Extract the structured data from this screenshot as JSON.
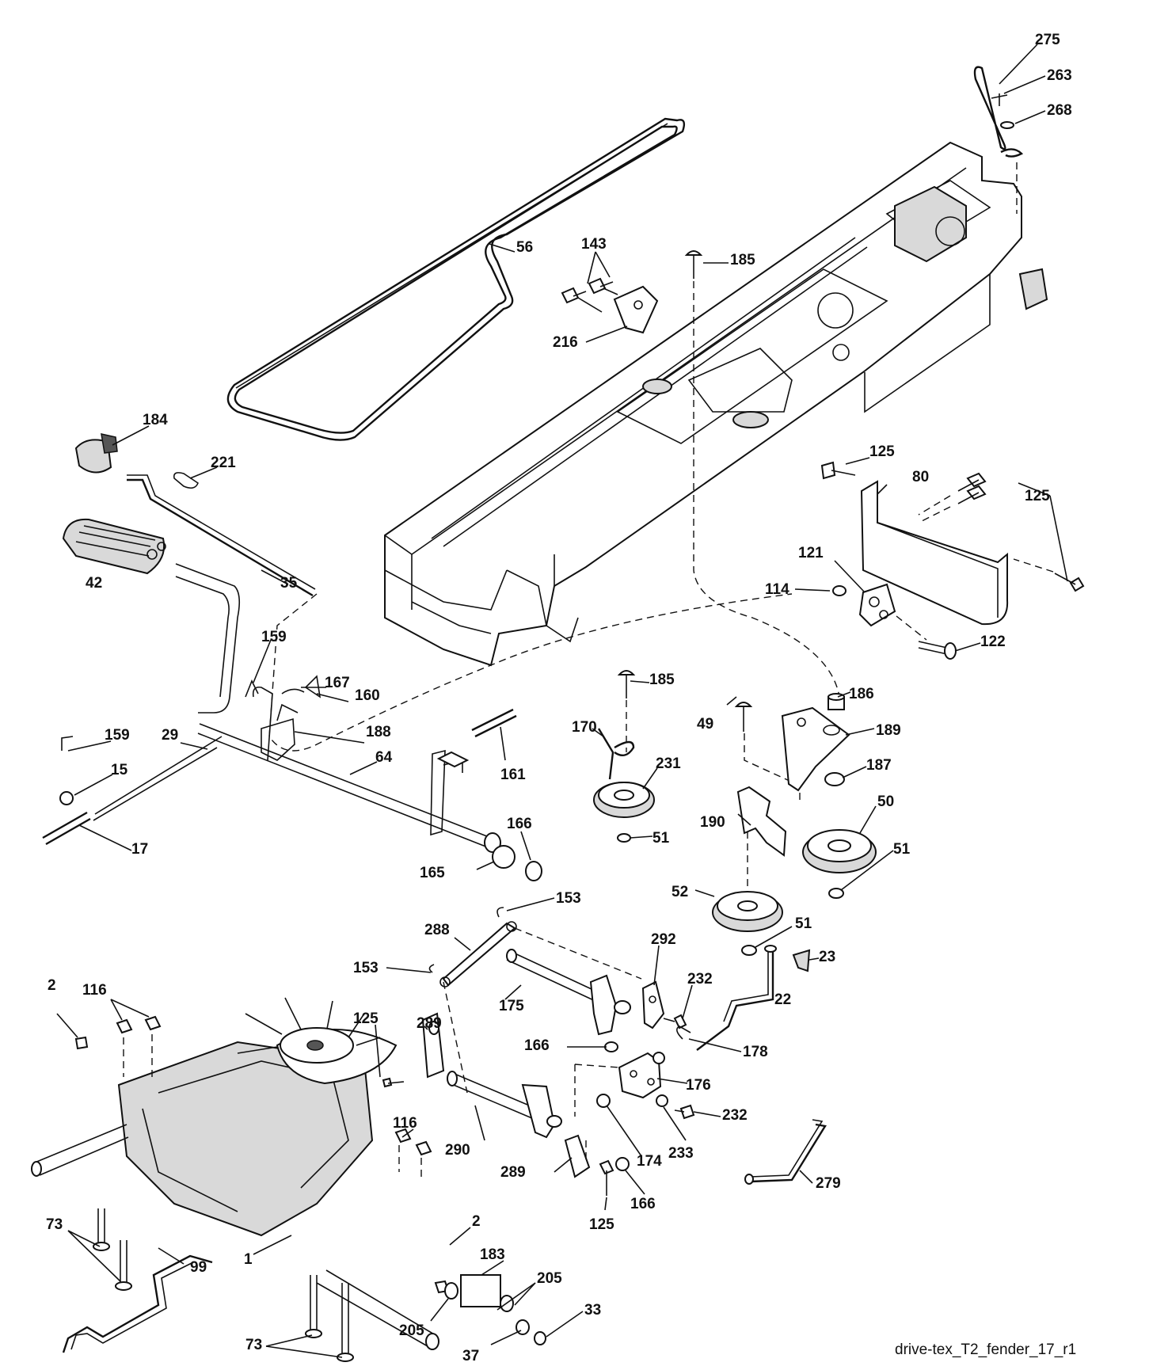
{
  "caption": "drive-tex_T2_fender_17_r1",
  "labels": {
    "l275": "275",
    "l263": "263",
    "l268": "268",
    "l56": "56",
    "l143": "143",
    "l185a": "185",
    "l216": "216",
    "l184": "184",
    "l221": "221",
    "l42": "42",
    "l35": "35",
    "l125a": "125",
    "l80": "80",
    "l125b": "125",
    "l121": "121",
    "l114": "114",
    "l122": "122",
    "l159a": "159",
    "l167": "167",
    "l160": "160",
    "l188": "188",
    "l159b": "159",
    "l29": "29",
    "l64": "64",
    "l15": "15",
    "l17": "17",
    "l161": "161",
    "l185b": "185",
    "l49": "49",
    "l186": "186",
    "l189": "189",
    "l170": "170",
    "l231": "231",
    "l187": "187",
    "l190": "190",
    "l50": "50",
    "l51a": "51",
    "l51b": "51",
    "l166a": "166",
    "l165": "165",
    "l52": "52",
    "l51c": "51",
    "l153a": "153",
    "l288": "288",
    "l292": "292",
    "l23": "23",
    "l153b": "153",
    "l232a": "232",
    "l22": "22",
    "l175": "175",
    "l2a": "2",
    "l116a": "116",
    "l125c": "125",
    "l289a": "289",
    "l166b": "166",
    "l178": "178",
    "l176": "176",
    "l232b": "232",
    "l116b": "116",
    "l290": "290",
    "l233": "233",
    "l174": "174",
    "l289b": "289",
    "l279": "279",
    "l166c": "166",
    "l125d": "125",
    "l73a": "73",
    "l99": "99",
    "l1": "1",
    "l2b": "2",
    "l183": "183",
    "l205a": "205",
    "l205b": "205",
    "l33": "33",
    "l37": "37",
    "l73b": "73"
  }
}
